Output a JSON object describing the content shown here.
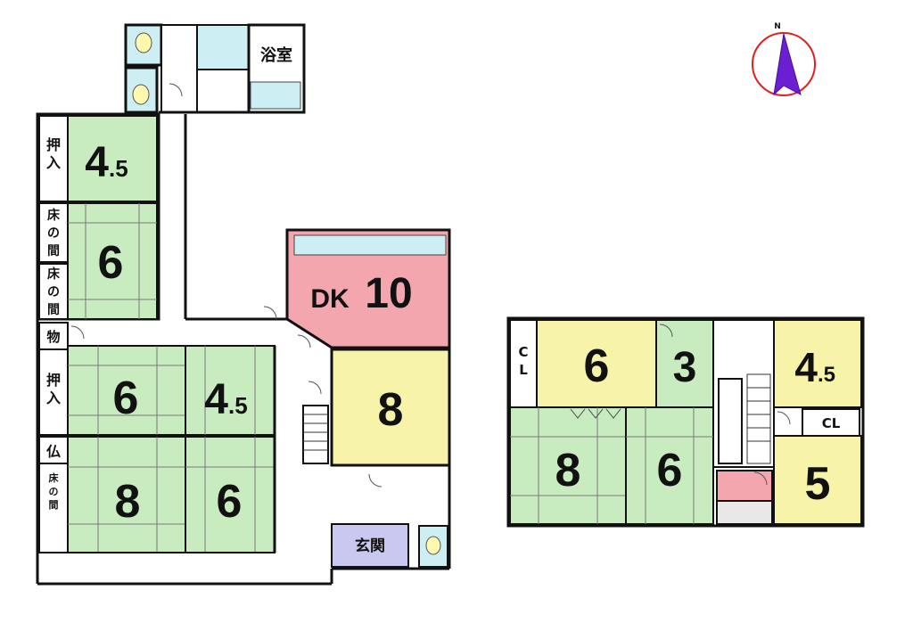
{
  "colors": {
    "tatami": "#c8ecc0",
    "western": "#f7f3a8",
    "kitchen": "#f4a6ae",
    "bath": "#cdeef2",
    "entrance": "#c8c8f0",
    "wall": "#111111",
    "compass": "#e02020",
    "compass_arrow": "#6a1fd0"
  },
  "compass": {
    "label": "N"
  },
  "rooms_1f": {
    "bath": "浴室",
    "dk_prefix": "DK",
    "dk_size": "10",
    "r_45a_int": "4",
    "r_45a_dec": ".5",
    "r_6a": "6",
    "r_6b": "6",
    "r_45b_int": "4",
    "r_45b_dec": ".5",
    "r_8a": "8",
    "r_6c": "6",
    "r_8b": "8",
    "entrance": "玄関",
    "closet_a": [
      "押",
      "入"
    ],
    "tokonoma_a": [
      "床",
      "の",
      "間"
    ],
    "tokonoma_b": [
      "床",
      "の",
      "間"
    ],
    "storage": "物",
    "closet_b": [
      "押",
      "入"
    ],
    "butsuma": "仏",
    "tokonoma_c": [
      "床",
      "の",
      "間"
    ]
  },
  "rooms_2f": {
    "cl_a": [
      "C",
      "L"
    ],
    "r_6a": "6",
    "r_3": "3",
    "r_45_int": "4",
    "r_45_dec": ".5",
    "cl_b": "CL",
    "r_8": "8",
    "r_6b": "6",
    "r_5": "5"
  }
}
